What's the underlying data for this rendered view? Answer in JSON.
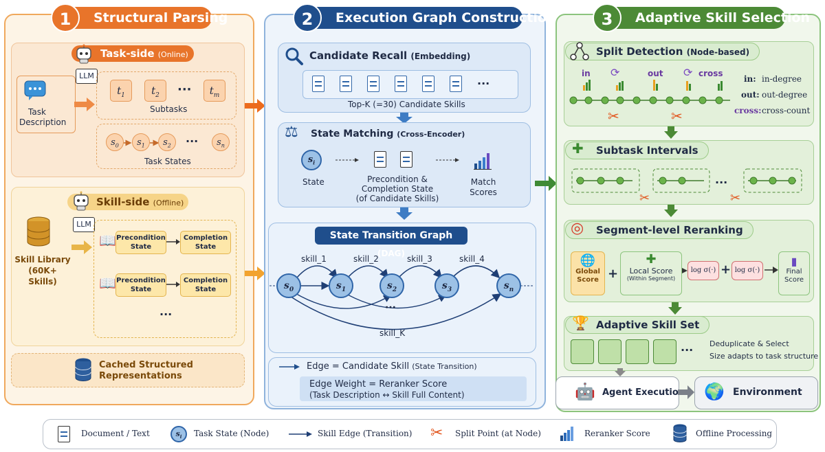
{
  "panel1": {
    "number": "1",
    "title": "Structural Parsing",
    "task_side": {
      "label": "Task-side",
      "mode": "(Online)"
    },
    "llm": "LLM",
    "task_description": "Task\nDescription",
    "subtasks": {
      "items": [
        "t",
        "t",
        "t"
      ],
      "subs": [
        "1",
        "2",
        "m"
      ],
      "dots": "···",
      "label": "Subtasks"
    },
    "states": {
      "items": [
        "s",
        "s",
        "s",
        "s"
      ],
      "subs": [
        "0",
        "1",
        "2",
        "n"
      ],
      "dots": "···",
      "label": "Task States"
    },
    "skill_side": {
      "label": "Skill-side",
      "mode": "(Offline)"
    },
    "skill_library": "Skill Library\n(60K+ Skills)",
    "skill_rows": [
      {
        "pre": "Precondition\nState",
        "post": "Completion\nState"
      },
      {
        "pre": "Precondition\nState",
        "post": "Completion\nState"
      }
    ],
    "rows_dots": "···",
    "cached": "Cached Structured\nRepresentations"
  },
  "panel2": {
    "number": "2",
    "title": "Execution Graph Construction",
    "recall": {
      "title": "Candidate Recall",
      "mode": "(Embedding)",
      "dots": "···",
      "caption": "Top-K (=30) Candidate Skills"
    },
    "matching": {
      "title": "State Matching",
      "mode": "(Cross-Encoder)",
      "state_symbol": "s",
      "state_sub": "i",
      "state_label": "State",
      "precondition_label": "Precondition &\nCompletion State\n(of Candidate Skills)",
      "scores_label": "Match\nScores"
    },
    "graph": {
      "title": "State Transition Graph",
      "mode": "(DAG)",
      "nodes": [
        {
          "s": "s",
          "sub": "0"
        },
        {
          "s": "s",
          "sub": "1"
        },
        {
          "s": "s",
          "sub": "2"
        },
        {
          "s": "s",
          "sub": "3"
        },
        {
          "s": "s",
          "sub": "n"
        }
      ],
      "edges": [
        "skill_1",
        "skill_2",
        "skill_3",
        "skill_4"
      ],
      "dots": "···",
      "long_edge": "skill_K"
    },
    "edge_legend": {
      "edge": "Edge = Candidate Skill",
      "edge_note": "(State Transition)",
      "weight": "Edge Weight = Reranker Score",
      "weight_note": "(Task Description ↔ Skill Full Content)"
    }
  },
  "panel3": {
    "number": "3",
    "title": "Adaptive Skill Selection",
    "split": {
      "title": "Split Detection",
      "mode": "(Node-based)",
      "top_labels": [
        "in",
        "out",
        "cross"
      ],
      "legend": [
        {
          "k": "in:",
          "v": "in-degree"
        },
        {
          "k": "out:",
          "v": "out-degree"
        },
        {
          "k": "cross:",
          "v": "cross-count"
        }
      ]
    },
    "intervals": {
      "title": "Subtask Intervals",
      "dots": "···"
    },
    "rerank": {
      "title": "Segment-level Reranking",
      "global": "Global\nScore",
      "plus": "+",
      "local": "Local Score",
      "local_note": "(Within Segment)",
      "log1": "log σ(·)",
      "log2": "log σ(·)",
      "final": "Final\nScore"
    },
    "skillset": {
      "title": "Adaptive Skill Set",
      "dots": "···",
      "note1": "Deduplicate & Select",
      "note2": "Size adapts to task structure"
    },
    "agent": "Agent Execution",
    "env": "Environment"
  },
  "legend": [
    {
      "icon": "document-icon",
      "label": "Document / Text"
    },
    {
      "icon": "state-node-icon",
      "label": "Task State (Node)",
      "symbol": "s",
      "sub": "i"
    },
    {
      "icon": "arrow-icon",
      "label": "Skill Edge (Transition)"
    },
    {
      "icon": "scissors-icon",
      "label": "Split Point (at Node)"
    },
    {
      "icon": "bar-chart-icon",
      "label": "Reranker Score"
    },
    {
      "icon": "database-icon",
      "label": "Offline Processing"
    }
  ],
  "colors": {
    "orange": "#e8742a",
    "blue": "#1f4e8c",
    "green": "#4c8a36",
    "node_green": "#6bb34a"
  }
}
